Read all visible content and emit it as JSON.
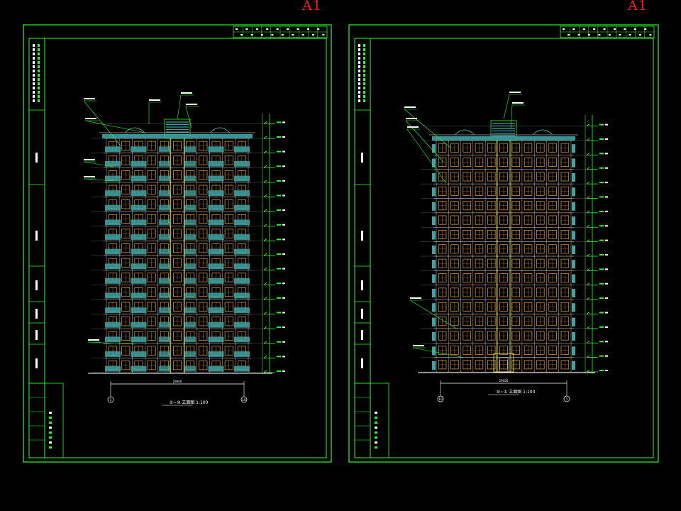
{
  "sheets": [
    {
      "tag": "A1",
      "elevation_title": "①~⑩ 立面图 1:100",
      "floors": 16,
      "bays": 11,
      "has_balconies": true,
      "left_axis_label": "1",
      "right_axis_label": "10",
      "dimension_label": "29000"
    },
    {
      "tag": "A1",
      "elevation_title": "⑩~① 立面图 1:100",
      "floors": 16,
      "bays": 11,
      "has_balconies": false,
      "left_axis_label": "10",
      "right_axis_label": "1",
      "dimension_label": "29000"
    }
  ],
  "colors": {
    "frame": "#24ff24",
    "window": "#e8a43c",
    "balcony": "#3ea4a4",
    "dim": "#ffffff",
    "yellow": "#ffff40",
    "tag": "#ff1a1a"
  }
}
